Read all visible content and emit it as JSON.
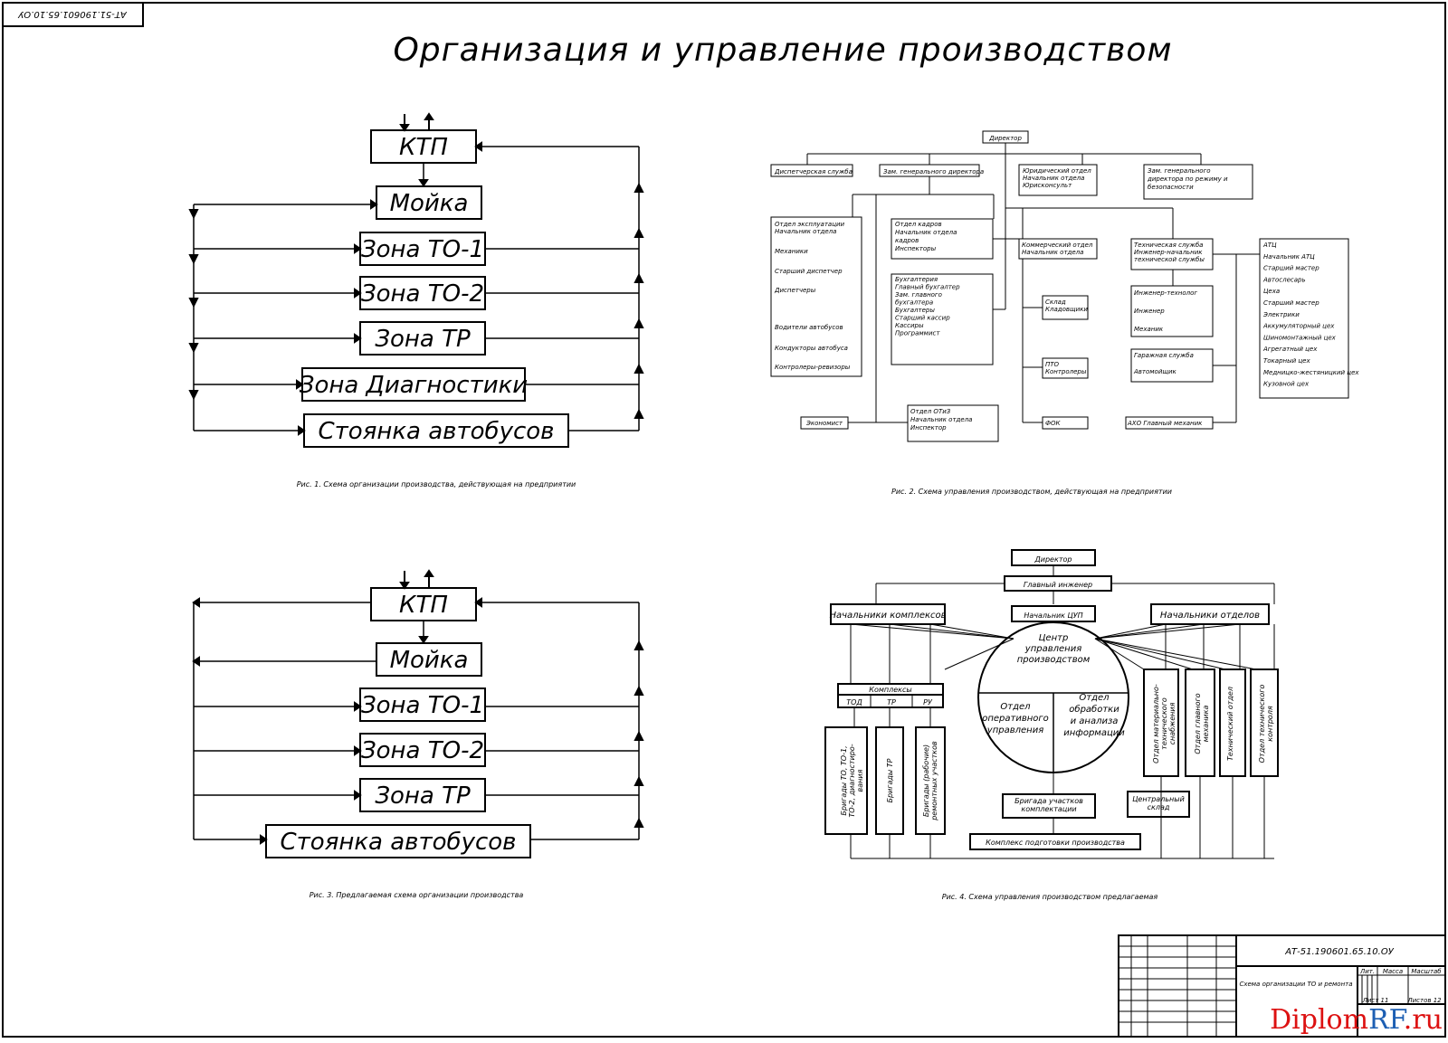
{
  "doc_code_corner": "АТ-51.190601.65.10.ОУ",
  "title": "Организация и управление производством",
  "fig1": {
    "boxes": [
      "КТП",
      "Мойка",
      "Зона ТО-1",
      "Зона ТО-2",
      "Зона ТР",
      "Зона Диагностики",
      "Стоянка автобусов"
    ],
    "caption": "Рис. 1. Схема организации производства, действующая на предприятии"
  },
  "fig2": {
    "director": "Директор",
    "top_row": [
      "Диспетчерская служба",
      "Зам. генерального директора",
      "Юридический отдел\nНачальник отдела\nЮрисконсульт",
      "Зам. генерального\nдиректора по режиму и\nбезопасности"
    ],
    "col1": [
      "Отдел эксплуатации\nНачальник отдела",
      "Механики",
      "Старший диспетчер",
      "Диспетчеры",
      "Водители автобусов",
      "Кондукторы автобуса",
      "Контролеры-ревизоры"
    ],
    "col2a": "Отдел кадров\nНачальник отдела\nкадров\nИнспекторы",
    "col2b": "Бухгалтерия\nГлавный бухгалтер\nЗам. главного\nбухгалтера\nБухгалтеры\nСтарший кассир\nКассиры\nПрограммист",
    "econ": "Экономист",
    "ot": "Отдел ОТиЗ\nНачальник отдела\nИнспектор",
    "col3": [
      "Коммерческий отдел\nНачальник отдела",
      "Склад\nКладовщики",
      "ПТО\nКонтролеры",
      "ФОК"
    ],
    "col4": [
      "Техническая служба\nИнженер-начальник\nтехнической службы",
      "Инженер-технолог\nИнженер\nМеханик",
      "Гаражная служба\nАвтомойщик",
      "АХО Главный механик"
    ],
    "col5": "АТЦ\nНачальник АТЦ\nСтарший мастер\nАвтослесарь\nЦеха\nСтарший мастер\nЭлектрики\nАккумуляторный цех\nШиномонтажный цех\nАгрегатный цех\nТокарный цех\nМедницко-жестяницкий цех\nКузовной цех",
    "caption": "Рис. 2. Схема управления производством, действующая на предприятии"
  },
  "fig3": {
    "boxes": [
      "КТП",
      "Мойка",
      "Зона ТО-1",
      "Зона ТО-2",
      "Зона ТР",
      "Стоянка автобусов"
    ],
    "caption": "Рис. 3. Предлагаемая схема организации производства"
  },
  "fig4": {
    "director": "Директор",
    "chief_engineer": "Главный инженер",
    "heads_complexes": "Начальники комплексов",
    "head_cup": "Начальник ЦУП",
    "heads_departments": "Начальники отделов",
    "center": "Центр\nуправления\nпроизводством",
    "circle_left": "Отдел\nоперативного\nуправления",
    "circle_right": "Отдел\nобработки\nи анализа\nинформации",
    "complexes": "Комплексы",
    "complex_cols": [
      "ТОД",
      "ТР",
      "РУ"
    ],
    "brigades": [
      "Бригады ТО, ТО-1,\nТО-2, диагностиро-\nвания",
      "Бригады ТР",
      "Бригады (рабочие)\nремонтных участков"
    ],
    "brig_complex": "Бригада участков\nкомплектации",
    "complex_prep": "Комплекс подготовки производства",
    "depts": [
      "Отдел материально-\nтехнического\nснабжения",
      "Отдел главного\nмеханика",
      "Технический отдел",
      "Отдел технического\nконтроля"
    ],
    "central_store": "Центральный\nсклад",
    "caption": "Рис. 4. Схема управления производством предлагаемая"
  },
  "stamp": {
    "code": "АТ-51.190601.65.10.ОУ",
    "subject": "Схема организации ТО и ремонта",
    "lit": "Лит.",
    "mass": "Масса",
    "scale": "Масштаб",
    "sheet": "Лист 11",
    "sheets": "Листов 12"
  },
  "watermark": {
    "part1": "Diplom",
    "part2": "RF",
    "part3": ".ru"
  }
}
